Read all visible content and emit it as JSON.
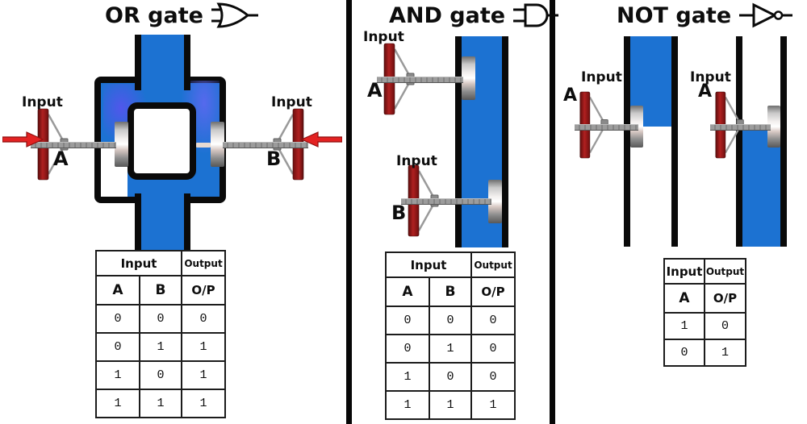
{
  "colors": {
    "fluid": "#1c72d2",
    "wall": "#0a0a0a",
    "handle_red": "#8f1414",
    "arrow_red": "#e32222"
  },
  "or": {
    "title": "OR gate",
    "valve_a": {
      "input_label": "Input",
      "name": "A"
    },
    "valve_b": {
      "input_label": "Input",
      "name": "B"
    },
    "table": {
      "input_header": "Input",
      "output_header": "Output",
      "col_a": "A",
      "col_b": "B",
      "col_op": "O/P",
      "rows": [
        [
          "0",
          "0",
          "0"
        ],
        [
          "0",
          "1",
          "1"
        ],
        [
          "1",
          "0",
          "1"
        ],
        [
          "1",
          "1",
          "1"
        ]
      ]
    }
  },
  "and": {
    "title": "AND gate",
    "valve_a": {
      "input_label": "Input",
      "name": "A"
    },
    "valve_b": {
      "input_label": "Input",
      "name": "B"
    },
    "table": {
      "input_header": "Input",
      "output_header": "Output",
      "col_a": "A",
      "col_b": "B",
      "col_op": "O/P",
      "rows": [
        [
          "0",
          "0",
          "0"
        ],
        [
          "0",
          "1",
          "0"
        ],
        [
          "1",
          "0",
          "0"
        ],
        [
          "1",
          "1",
          "1"
        ]
      ]
    }
  },
  "not": {
    "title": "NOT gate",
    "valve_open": {
      "input_label": "Input",
      "name": "A"
    },
    "valve_closed": {
      "input_label": "Input",
      "name": "A"
    },
    "table": {
      "input_header": "Input",
      "output_header": "Output",
      "col_a": "A",
      "col_op": "O/P",
      "rows": [
        [
          "1",
          "0"
        ],
        [
          "0",
          "1"
        ]
      ]
    }
  }
}
